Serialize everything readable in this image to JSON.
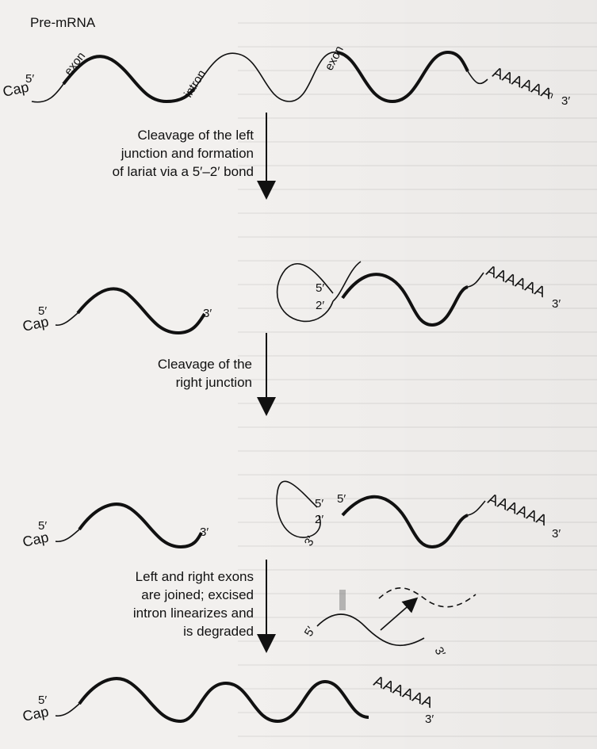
{
  "diagram": {
    "title": "Pre-mRNA",
    "labels": {
      "exon": "exon",
      "intron": "intron",
      "cap": "Cap",
      "five_prime": "5′",
      "three_prime": "3′",
      "two_prime": "2′",
      "poly_a": "AAAAAA",
      "n": "n"
    },
    "steps": [
      {
        "lines": [
          "Cleavage of the left",
          "junction and formation",
          "of lariat via a 5′–2′ bond"
        ]
      },
      {
        "lines": [
          "Cleavage of the",
          "right junction"
        ]
      },
      {
        "lines": [
          "Left and right exons",
          "are joined; excised",
          "intron linearizes and",
          "is degraded"
        ]
      }
    ]
  }
}
